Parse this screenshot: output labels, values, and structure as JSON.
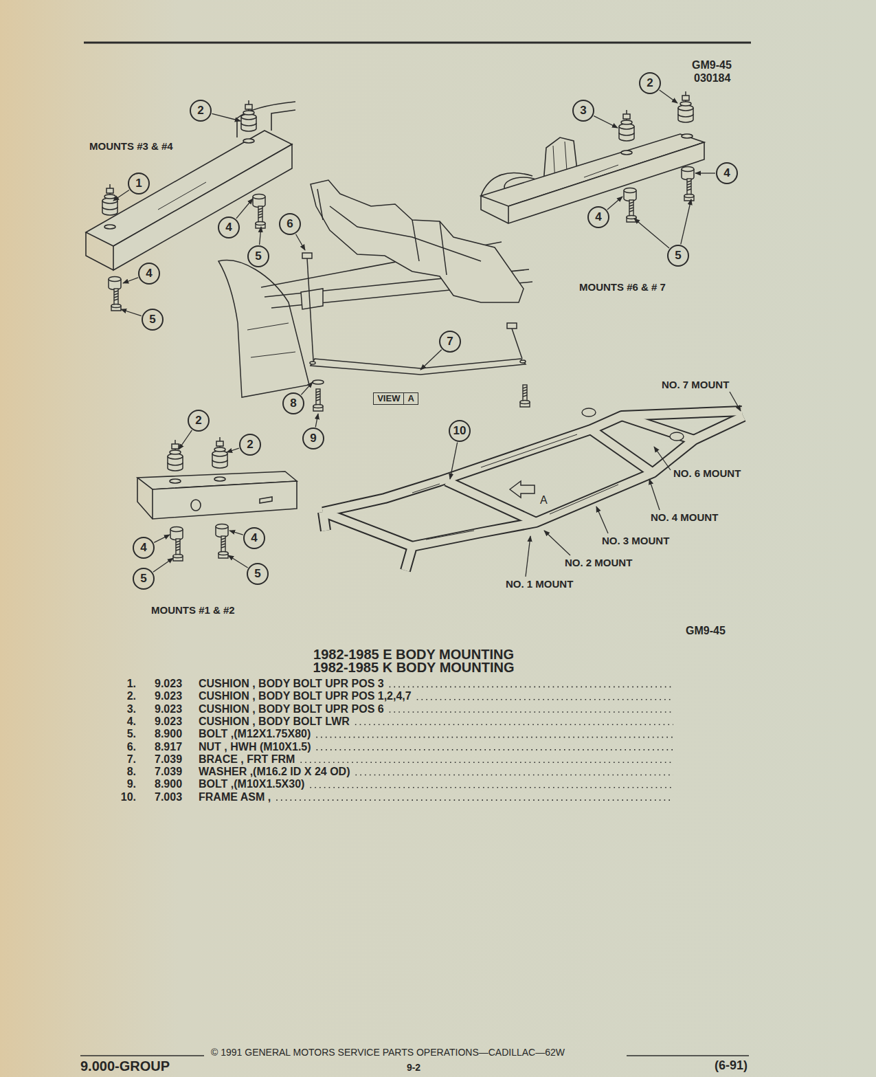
{
  "diagram": {
    "title": "1982-1985 E BODY MOUNTING",
    "nodes": [
      {
        "text": [
          "2"
        ]
      },
      {
        "text": [
          "2"
        ]
      },
      {
        "text": [
          "3"
        ]
      },
      {
        "text": [
          "4"
        ]
      },
      {
        "text": [
          "1"
        ]
      },
      {
        "text": [
          "4"
        ]
      },
      {
        "text": [
          "6"
        ]
      },
      {
        "text": [
          "4"
        ]
      },
      {
        "text": [
          "5"
        ]
      },
      {
        "text": [
          "5"
        ]
      },
      {
        "text": [
          "4"
        ]
      },
      {
        "text": [
          "5"
        ]
      },
      {
        "text": [
          "7"
        ]
      },
      {
        "text": [
          "VIEW",
          "A"
        ]
      },
      {
        "text": [
          "8"
        ]
      },
      {
        "text": [
          "2"
        ]
      },
      {
        "text": [
          "10"
        ]
      },
      {
        "text": [
          "9"
        ]
      },
      {
        "text": [
          "2"
        ]
      },
      {
        "text": [
          "4"
        ]
      },
      {
        "text": [
          "4"
        ]
      },
      {
        "text": [
          "5"
        ]
      },
      {
        "text": [
          "5"
        ]
      }
    ],
    "labels": [
      "GM9-45",
      "030184",
      "MOUNTS #3 & #4",
      "MOUNTS #6 & # 7",
      "NO. 7 MOUNT",
      "NO. 6 MOUNT",
      "NO. 4 MOUNT",
      "NO. 3 MOUNT",
      "NO. 2 MOUNT",
      "NO. 1 MOUNT",
      "A",
      "MOUNTS #1 & #2",
      "GM9-45",
      "1982-1985 K BODY MOUNTING",
      "1.",
      "9.023",
      "CUSHION , BODY BOLT UPR POS 3",
      "2.",
      "9.023",
      "CUSHION , BODY BOLT UPR POS 1,2,4,7",
      "3.",
      "9.023",
      "CUSHION , BODY BOLT UPR POS 6",
      "4.",
      "9.023",
      "CUSHION , BODY BOLT LWR",
      "5.",
      "8.900",
      "BOLT ,(M12X1.75X80)",
      "6.",
      "8.917",
      "NUT , HWH (M10X1.5)",
      "7.",
      "7.039",
      "BRACE , FRT FRM",
      "8.",
      "7.039",
      "WASHER ,(M16.2 ID X 24 OD)",
      "9.",
      "8.900",
      "BOLT ,(M10X1.5X30)",
      "10.",
      "7.003",
      "FRAME ASM ,",
      "© 1991 GENERAL MOTORS SERVICE PARTS OPERATIONS—CADILLAC—62W",
      "9.000-GROUP",
      "9-2",
      "(6-91)"
    ]
  }
}
